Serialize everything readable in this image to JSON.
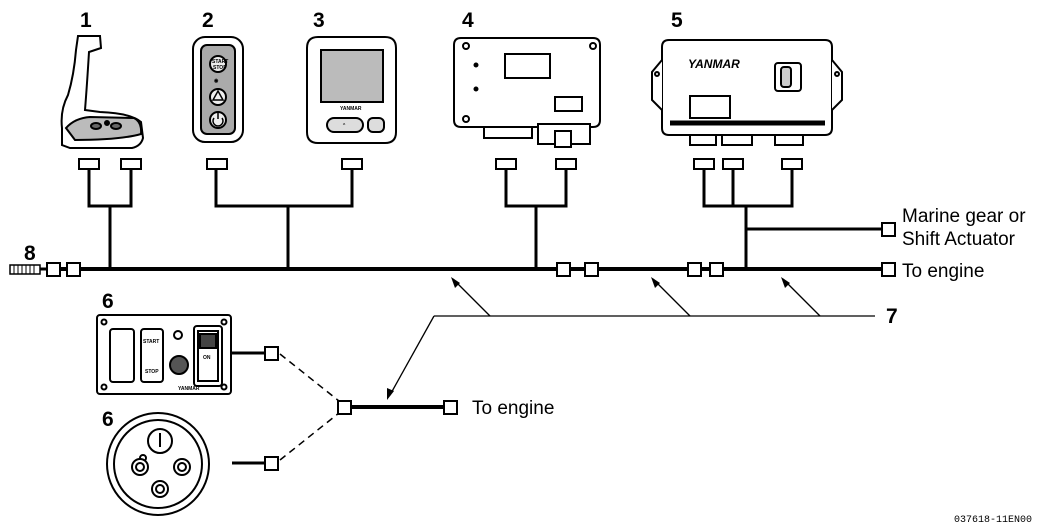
{
  "components": {
    "c1": "1",
    "c2": "2",
    "c3": "3",
    "c4": "4",
    "c5": "5",
    "c6a": "6",
    "c6b": "6",
    "c7": "7",
    "c8": "8"
  },
  "labels": {
    "gear_line1": "Marine gear or",
    "gear_line2": "Shift Actuator",
    "to_engine_main": "To engine",
    "to_engine_panel": "To engine"
  },
  "device_text": {
    "brand": "YANMAR",
    "start": "START",
    "stop": "STOP",
    "on": "ON"
  },
  "figure_code": "037618-11EN00"
}
